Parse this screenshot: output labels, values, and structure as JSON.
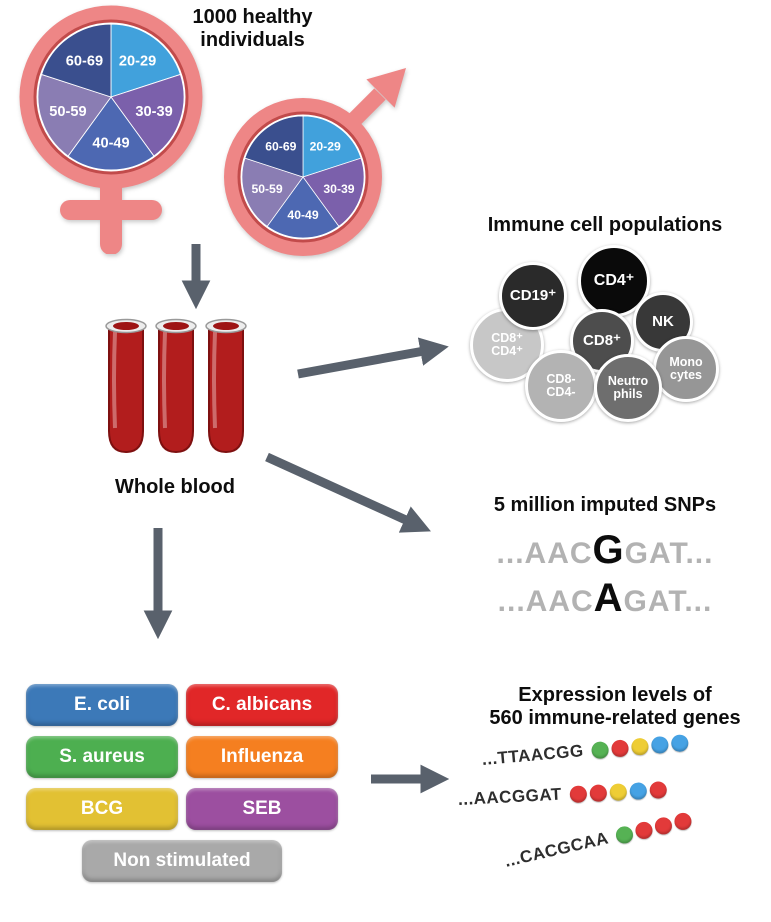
{
  "header": {
    "title": "1000 healthy\nindividuals"
  },
  "age_groups": [
    {
      "label": "20-29",
      "color": "#41a1dc"
    },
    {
      "label": "30-39",
      "color": "#7b60ab"
    },
    {
      "label": "40-49",
      "color": "#4d68b2"
    },
    {
      "label": "50-59",
      "color": "#8a7db3"
    },
    {
      "label": "60-69",
      "color": "#3a4f8e"
    }
  ],
  "blood": {
    "label": "Whole blood"
  },
  "immune": {
    "title": "Immune cell populations",
    "cells": [
      {
        "label": "CD19⁺",
        "color": "#2a2a2a"
      },
      {
        "label": "CD4⁺",
        "color": "#0a0a0a"
      },
      {
        "label": "NK",
        "color": "#383838"
      },
      {
        "label": "Mono\ncytes",
        "color": "#969696"
      },
      {
        "label": "CD8⁺\nCD4⁺",
        "color": "#c7c7c7"
      },
      {
        "label": "CD8⁺",
        "color": "#4d4d4d"
      },
      {
        "label": "CD8-\nCD4-",
        "color": "#b3b3b3"
      },
      {
        "label": "Neutro\nphils",
        "color": "#6e6e6e"
      }
    ]
  },
  "snps": {
    "title": "5 million imputed SNPs",
    "sequences": [
      {
        "prefix": "...AAC",
        "variant": "G",
        "suffix": "GAT..."
      },
      {
        "prefix": "...AAC",
        "variant": "A",
        "suffix": "GAT..."
      }
    ]
  },
  "stimuli": {
    "items": [
      {
        "label": "E. coli",
        "color": "#3c79b8"
      },
      {
        "label": "C. albicans",
        "color": "#e12728"
      },
      {
        "label": "S. aureus",
        "color": "#4daf50"
      },
      {
        "label": "Influenza",
        "color": "#f57f20"
      },
      {
        "label": "BCG",
        "color": "#e2c133"
      },
      {
        "label": "SEB",
        "color": "#9c4fa0"
      },
      {
        "label": "Non stimulated",
        "color": "#a9a9a9"
      }
    ]
  },
  "expression": {
    "title": "Expression levels of\n560 immune-related genes",
    "rows": [
      {
        "seq": "...TTAACGG",
        "dots": [
          "#56b254",
          "#e23a3a",
          "#eecd35",
          "#46a2e4",
          "#46a2e4"
        ]
      },
      {
        "seq": "...AACGGAT",
        "dots": [
          "#e23a3a",
          "#e23a3a",
          "#eecd35",
          "#46a2e4",
          "#e23a3a"
        ]
      },
      {
        "seq": "...CACGCAA",
        "dots": [
          "#56b254",
          "#e23a3a",
          "#e23a3a",
          "#e23a3a"
        ]
      }
    ]
  }
}
